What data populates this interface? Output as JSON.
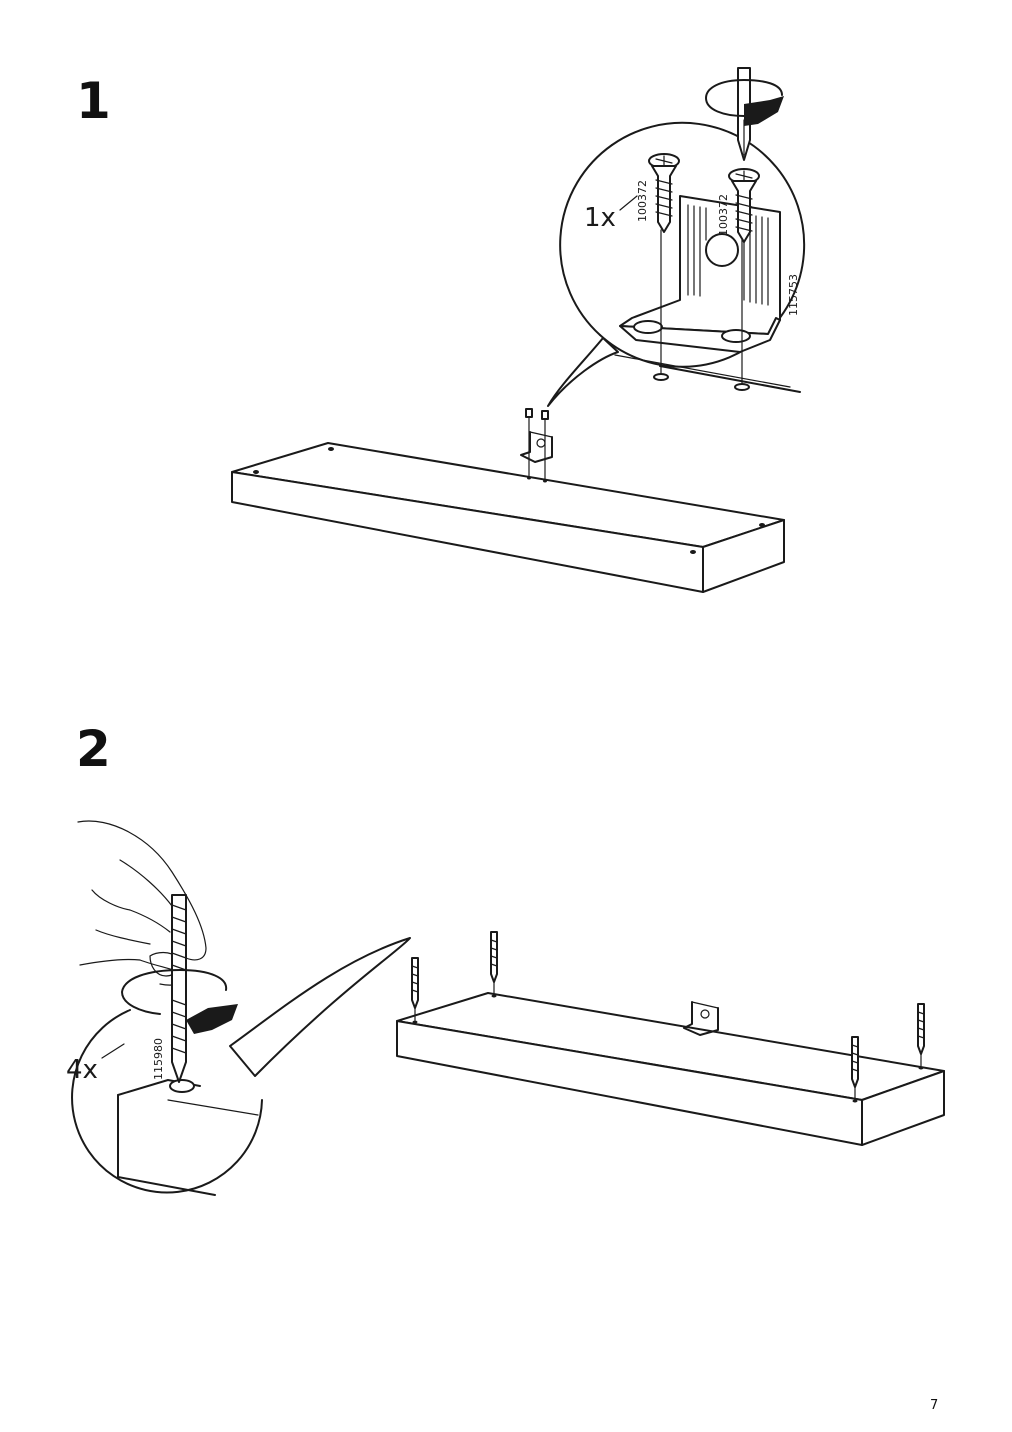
{
  "steps": [
    {
      "number": "1",
      "quantity": "1x",
      "part_numbers": [
        "100372",
        "100372",
        "115753"
      ]
    },
    {
      "number": "2",
      "quantity": "4x",
      "part_numbers": [
        "115980"
      ]
    }
  ],
  "page_number": "7"
}
